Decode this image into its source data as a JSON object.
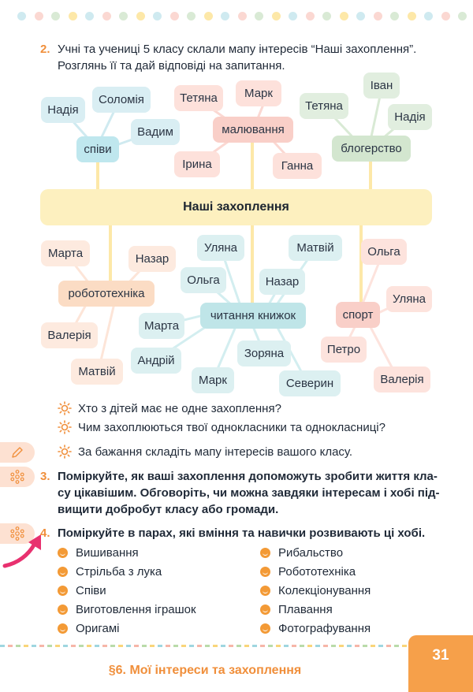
{
  "task2": {
    "number": "2.",
    "line1": "Учні та учениці 5 класу склали мапу інтересів “Наші захоплення”.",
    "line2": "Розглянь її та дай відповіді на запитання."
  },
  "map": {
    "center": "Наші захоплення",
    "hubs": {
      "singing": "співи",
      "drawing": "малювання",
      "blogging": "блогерство",
      "robotics": "робототехніка",
      "reading": "читання книжок",
      "sport": "спорт"
    },
    "names": {
      "singing": [
        "Надія",
        "Соломія",
        "Вадим"
      ],
      "drawing": [
        "Тетяна",
        "Марк",
        "Ірина",
        "Ганна"
      ],
      "blogging": [
        "Іван",
        "Тетяна",
        "Надія"
      ],
      "robotics": [
        "Марта",
        "Назар",
        "Валерія",
        "Матвій"
      ],
      "reading": [
        "Уляна",
        "Матвій",
        "Ольга",
        "Назар",
        "Марта",
        "Андрій",
        "Марк",
        "Зоряна",
        "Северин"
      ],
      "sport": [
        "Ольга",
        "Уляна",
        "Петро",
        "Валерія"
      ]
    }
  },
  "questions": [
    "Хто з дітей має не одне захоплення?",
    "Чим захоплюються твої однокласники та однокласниці?",
    "За бажання складіть мапу інтересів вашого класу."
  ],
  "task3": {
    "number": "3.",
    "lines": [
      "Поміркуйте, як ваші захоплення допоможуть зробити життя кла-",
      "су цікавішим. Обговоріть, чи можна завдяки інтересам і хобі під-",
      "вищити добробут класу або громади."
    ]
  },
  "task4": {
    "number": "4.",
    "line": "Поміркуйте в парах, які вміння та навички розвивають ці хобі.",
    "left": [
      "Вишивання",
      "Стрільба з лука",
      "Співи",
      "Виготовлення іграшок",
      "Оригамі"
    ],
    "right": [
      "Рибальство",
      "Робототехніка",
      "Колекціонування",
      "Плавання",
      "Фотографування"
    ]
  },
  "footer": {
    "title": "§6. Мої інтереси та захоплення",
    "page": "31"
  },
  "colors": {
    "accent": "#f08f3b",
    "blue_bubble": "#d9eef3",
    "blue_hub": "#bfe7ee",
    "pink_bubble": "#fde1db",
    "pink_hub": "#f9cfc8",
    "green_bubble": "#e1eedf",
    "green_hub": "#d3e6cf",
    "peach_bubble": "#fdeadf",
    "peach_hub": "#fbdcc4",
    "teal_bubble": "#dcf0f1",
    "teal_hub": "#bfe5e8",
    "core": "#fdf0bf"
  }
}
